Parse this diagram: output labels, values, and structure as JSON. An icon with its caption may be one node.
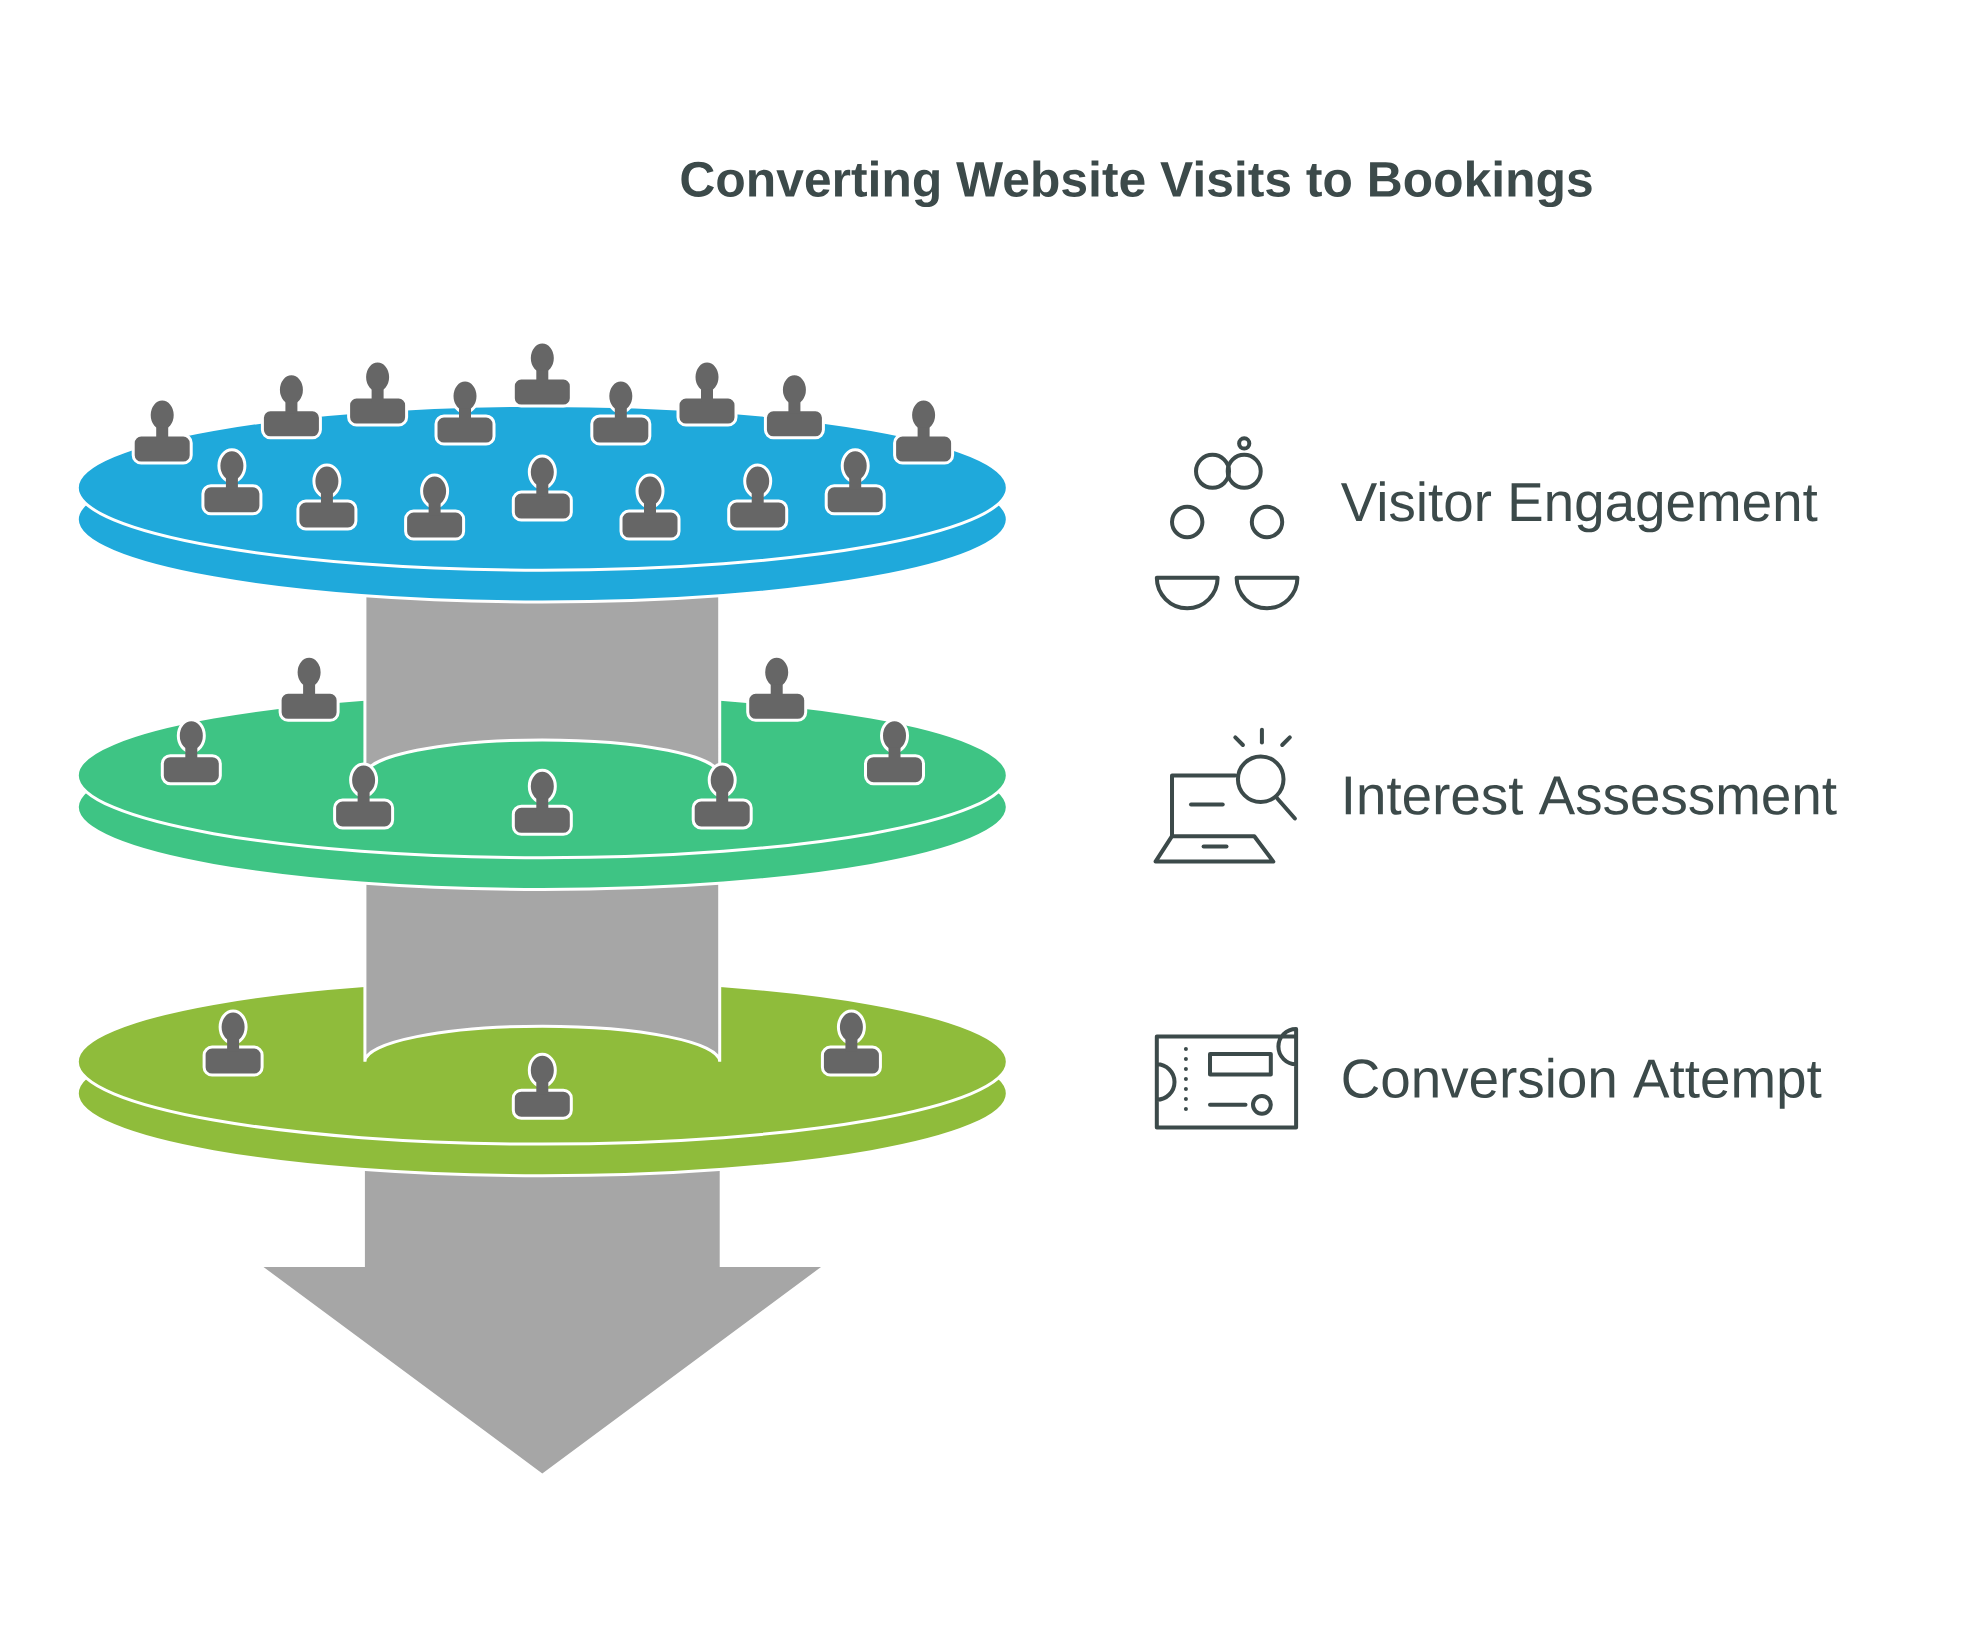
{
  "diagram": {
    "title": "Converting Website Visits to Bookings",
    "labels": [
      "Visitor Engagement",
      "Interest Assessment",
      "Conversion Attempt"
    ]
  }
}
